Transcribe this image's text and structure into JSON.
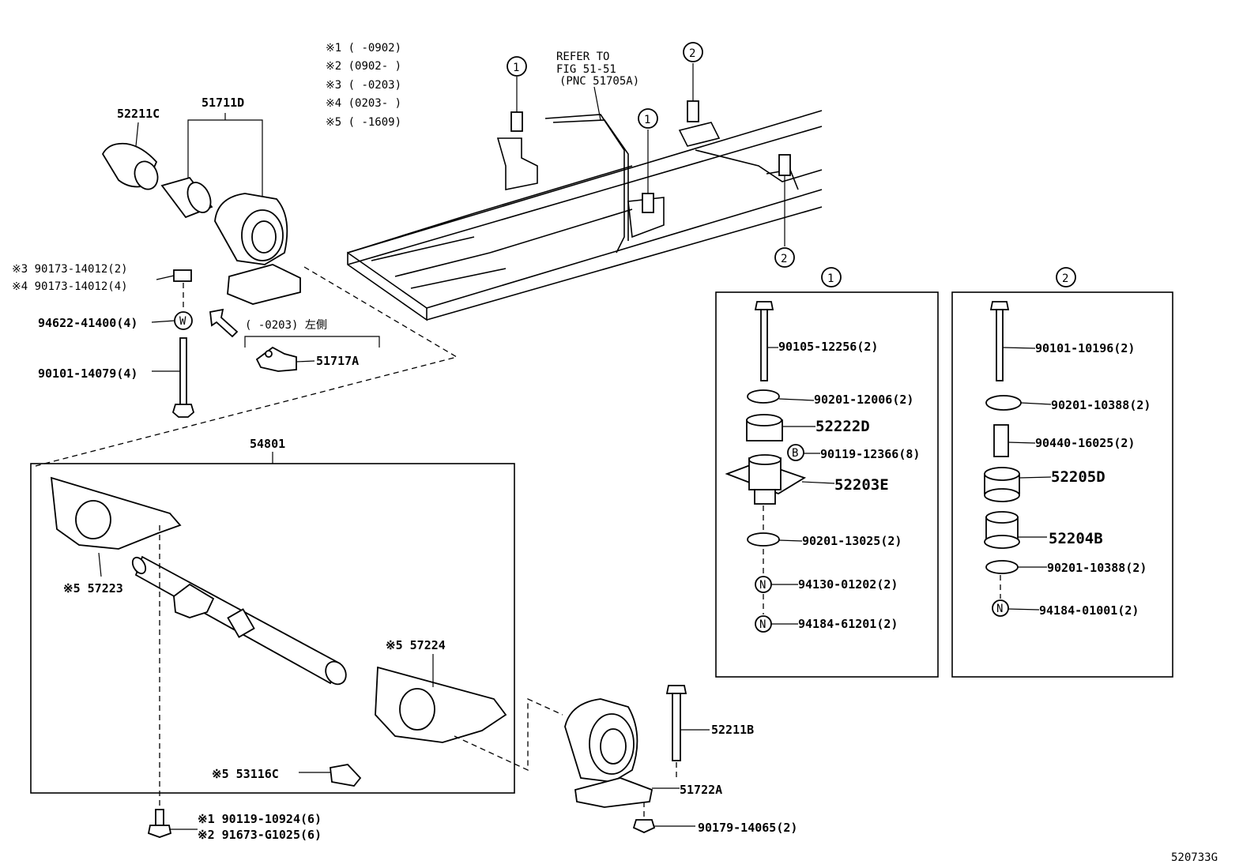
{
  "notes": [
    "※1 (      -0902)",
    "※2 (0902-      )",
    "※3 (      -0203)",
    "※4 (0203-      )",
    "※5 (      -1609)"
  ],
  "refer": {
    "line1": "REFER TO",
    "line2": "FIG 51-51",
    "line3": "(PNC 51705A)"
  },
  "callouts": {
    "c1": "1",
    "c2": "2",
    "b": "B",
    "n": "N",
    "w": "W"
  },
  "parts": {
    "p52211C": "52211C",
    "p51711D": "51711D",
    "p90173_3": "※3 90173-14012(2)",
    "p90173_4": "※4 90173-14012(4)",
    "p94622": "94622-41400(4)",
    "p90101_14079": "90101-14079(4)",
    "lhNote": "(      -0203) 左側",
    "p51717A": "51717A",
    "p54801": "54801",
    "p57223": "※5 57223",
    "p57224": "※5 57224",
    "p53116C": "※5 53116C",
    "p90119_10924": "※1 90119-10924(6)",
    "p91673": "※2 91673-G1025(6)",
    "p52211B": "52211B",
    "p51722A": "51722A",
    "p90179": "90179-14065(2)"
  },
  "box1": {
    "header": "1",
    "items": [
      "90105-12256(2)",
      "90201-12006(2)",
      "52222D",
      "90119-12366(8)",
      "52203E",
      "90201-13025(2)",
      "94130-01202(2)",
      "94184-61201(2)"
    ]
  },
  "box2": {
    "header": "2",
    "items": [
      "90101-10196(2)",
      "90201-10388(2)",
      "90440-16025(2)",
      "52205D",
      "52204B",
      "90201-10388(2)",
      "94184-01001(2)"
    ]
  },
  "figureId": "520733G"
}
